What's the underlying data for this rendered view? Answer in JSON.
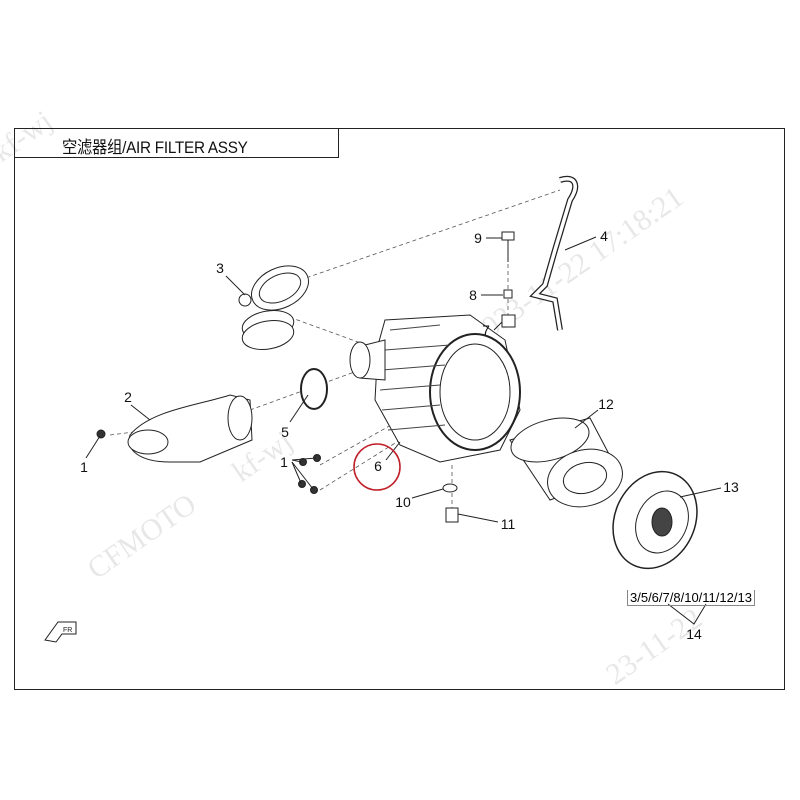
{
  "title": "空滤器组/AIR FILTER ASSY",
  "callouts": {
    "c1a": "1",
    "c1b": "1",
    "c2": "2",
    "c3": "3",
    "c4": "4",
    "c5": "5",
    "c6": "6",
    "c7": "7",
    "c8": "8",
    "c9": "9",
    "c10": "10",
    "c11": "11",
    "c12": "12",
    "c13": "13",
    "c14": "14"
  },
  "kit_contents": "3/5/6/7/8/10/11/12/13",
  "highlight_color": "#c0202a",
  "watermarks": {
    "w1": "kf-wj",
    "w2": "kf-wj",
    "w3": "CFMOTO",
    "w4": "2023-11-22 17:18:21",
    "w5": "23-11-22"
  }
}
